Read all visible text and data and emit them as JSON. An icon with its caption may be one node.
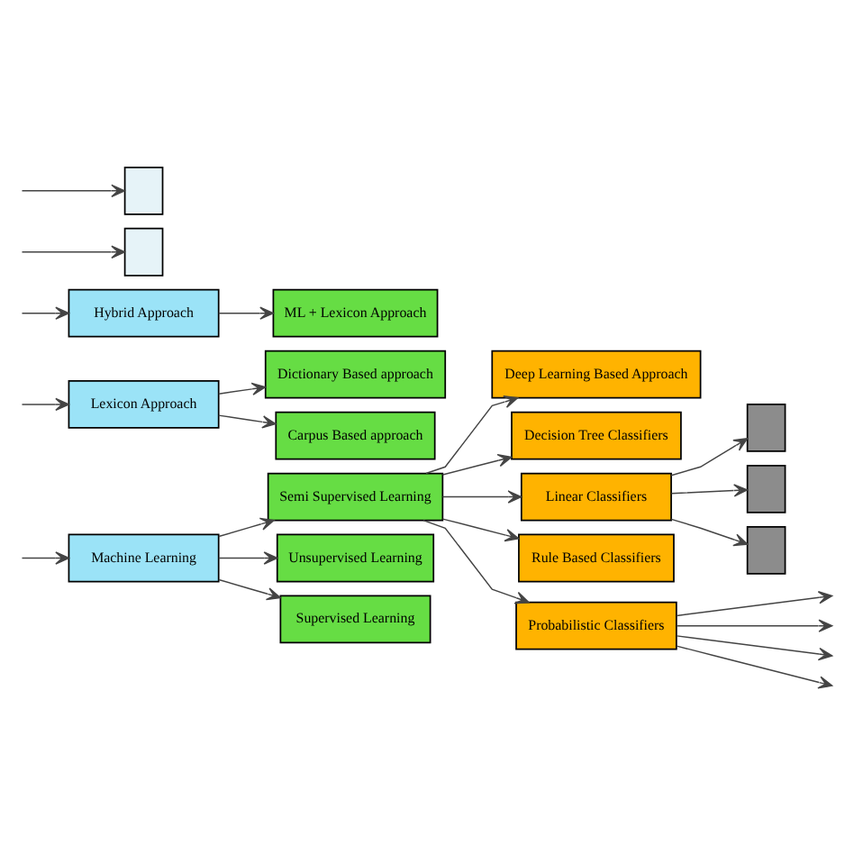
{
  "diagram": {
    "nodes": [
      {
        "text": [
          "Machine Learning"
        ]
      },
      {
        "text": [
          "Lexicon Approach"
        ]
      },
      {
        "text": [
          "Hybrid Approach"
        ]
      },
      {
        "text": [
          "Semi Supervised Learning"
        ]
      },
      {
        "text": [
          "Unsupervised Learning"
        ]
      },
      {
        "text": [
          "Supervised Learning"
        ]
      },
      {
        "text": [
          "Dictionary Based approach"
        ]
      },
      {
        "text": [
          "Carpus Based approach"
        ]
      },
      {
        "text": [
          "ML + Lexicon Approach"
        ]
      },
      {
        "text": [
          "Deep Learning Based Approach"
        ]
      },
      {
        "text": [
          "Decision Tree Classifiers"
        ]
      },
      {
        "text": [
          "Linear Classifiers"
        ]
      },
      {
        "text": [
          "Rule Based Classifiers"
        ]
      },
      {
        "text": [
          "Probabilistic Classifiers"
        ]
      },
      {
        "text": [],
        "shape": "box"
      },
      {
        "text": [],
        "shape": "box"
      },
      {
        "text": [],
        "shape": "box"
      },
      {
        "text": [],
        "shape": "box"
      },
      {
        "text": [],
        "shape": "box"
      }
    ],
    "edges": [
      {
        "from": null,
        "to": 0,
        "arrow": "to"
      },
      {
        "from": null,
        "to": 1,
        "arrow": "to"
      },
      {
        "from": null,
        "to": 2,
        "arrow": "to"
      },
      {
        "from": 0,
        "to": 3,
        "arrow": "to"
      },
      {
        "from": 0,
        "to": 4,
        "arrow": "to"
      },
      {
        "from": 0,
        "to": 5,
        "arrow": "to"
      },
      {
        "from": 1,
        "to": 6,
        "arrow": "to"
      },
      {
        "from": 1,
        "to": 7,
        "arrow": "to"
      },
      {
        "from": 2,
        "to": 8,
        "arrow": "to"
      },
      {
        "from": 3,
        "to": 9,
        "arrow": "to"
      },
      {
        "from": 3,
        "to": 10,
        "arrow": "to"
      },
      {
        "from": 3,
        "to": 11,
        "arrow": "to"
      },
      {
        "from": 3,
        "to": 12,
        "arrow": "to"
      },
      {
        "from": 3,
        "to": 13,
        "arrow": "to"
      },
      {
        "from": null,
        "to": 14,
        "arrow": "to"
      },
      {
        "from": null,
        "to": 15,
        "arrow": "to"
      },
      {
        "from": 11,
        "to": 16,
        "arrow": "to"
      },
      {
        "from": 11,
        "to": 17,
        "arrow": "to"
      },
      {
        "from": 11,
        "to": 18,
        "arrow": "to"
      },
      {
        "from": 13,
        "to": null,
        "arrow": "to"
      },
      {
        "from": 13,
        "to": null,
        "arrow": "to"
      },
      {
        "from": 13,
        "to": null,
        "arrow": "to"
      },
      {
        "from": 13,
        "to": null,
        "arrow": "to"
      }
    ]
  }
}
